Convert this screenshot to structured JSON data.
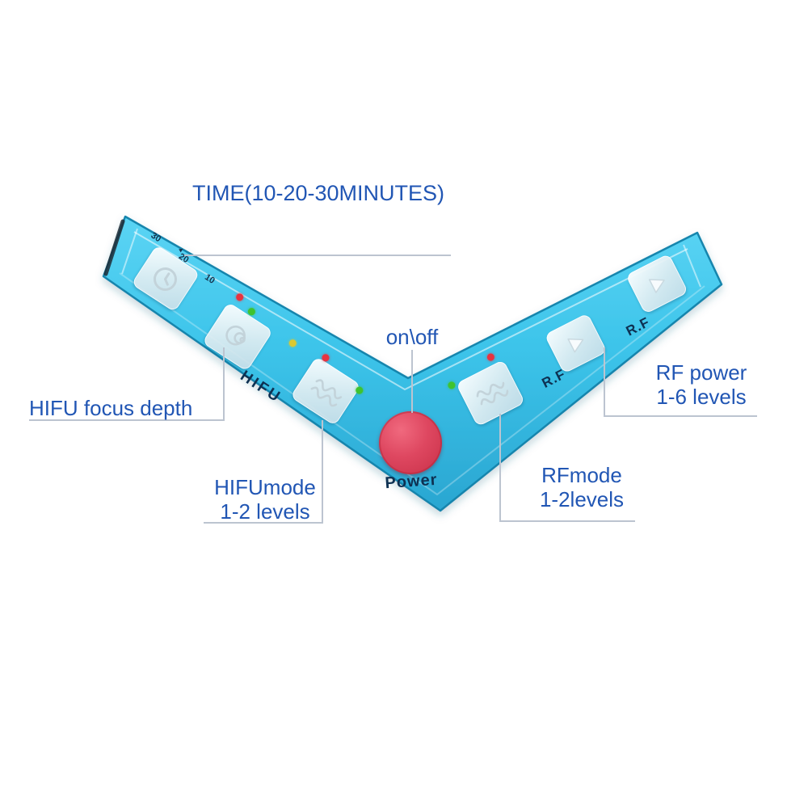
{
  "annotations": {
    "time": "TIME(10-20-30MINUTES)",
    "on_off": "on\\off",
    "hifu_focus": "HIFU focus depth",
    "hifu_mode_line1": "HIFUmode",
    "hifu_mode_line2": "1-2 levels",
    "rf_mode_line1": "RFmode",
    "rf_mode_line2": "1-2levels",
    "rf_power_line1": "RF power",
    "rf_power_line2": "1-6 levels"
  },
  "panel": {
    "hifu_label": "HIFU",
    "rf_label_1": "R.F",
    "rf_label_2": "R.F",
    "power_label": "Power",
    "timer_scale": [
      "30",
      "20",
      "10"
    ],
    "timer_scale_pointer": "▲"
  },
  "icons": {
    "timer_button": "clock-icon",
    "focus_button": "focus-depth-icon",
    "hifu_mode_button": "wave-icon",
    "rf_mode_button": "wave-icon",
    "rf_power_buttons": "triangle-arrow-icon"
  },
  "colors": {
    "panel_blue": "#3cc4ea",
    "panel_edge": "#1585ad",
    "power_red": "#d84058",
    "annotation_blue": "#2156b4",
    "pointer_line": "#bcc4d0",
    "led_red": "#e73340",
    "led_green": "#3fc32f",
    "led_yellow": "#dcc930",
    "panel_text": "#0e3152"
  }
}
